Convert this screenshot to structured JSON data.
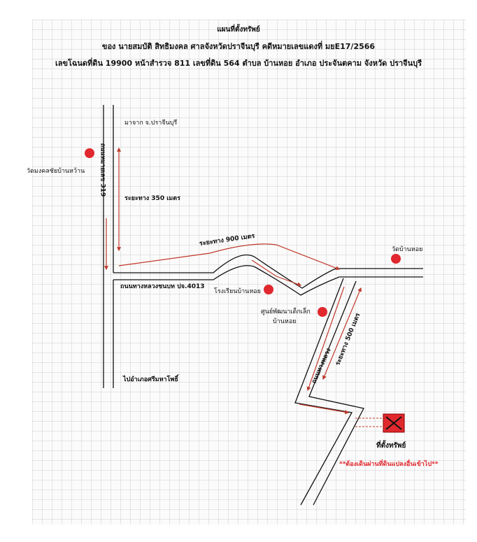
{
  "header": {
    "title": "แผนที่ตั้งทรัพย์",
    "owner_line": "ของ นายสมบัติ   สิทธิมงคล  ศาลจังหวัดปราจีนบุรี คดีหมายเลขแดงที่ มยE17/2566",
    "deed_line": "เลขโฉนดที่ดิน 19900 หน้าสำรวจ 811 เลขที่ดิน 564 ตำบล บ้านหอย อำเภอ ประจันตคาม จังหวัด ปราจีนบุรี"
  },
  "map": {
    "from_label": "มาจาก จ.ปราจีนบุรี",
    "to_label": "ไปอำเภอศรีมหาโพธิ์",
    "vertical_road_label": "ถนนหมายเลข 319",
    "highway_label": "ถนนทางหลวงชนบท ปจ.4013",
    "village_road_label": "ถนนทางหลวง",
    "distance_1": "ระยะทาง 350 เมตร",
    "distance_2": "ระยะทาง 900 เมตร",
    "distance_3": "ระยะทาง 500 เมตร",
    "landmarks": {
      "temple_west": "วัดมงคลชัยบ้านหว้าน",
      "temple_east": "วัดบ้านหอย",
      "school": "โรงเรียนบ้านหอย",
      "childcare_1": "ศูนย์พัฒนาเด็กเล็ก",
      "childcare_2": "บ้านหอย"
    },
    "property_label": "ที่ตั้งทรัพย์",
    "note": "**ต้องเดินผ่านที่ดินแปลงอื่นเข้าไป**"
  },
  "colors": {
    "marker": "#e0282e",
    "route_arrow": "#c0392b",
    "property_fill": "#e0282e"
  },
  "icons": {
    "landmark": "red-circle-marker-icon",
    "property": "red-square-cross-icon"
  }
}
